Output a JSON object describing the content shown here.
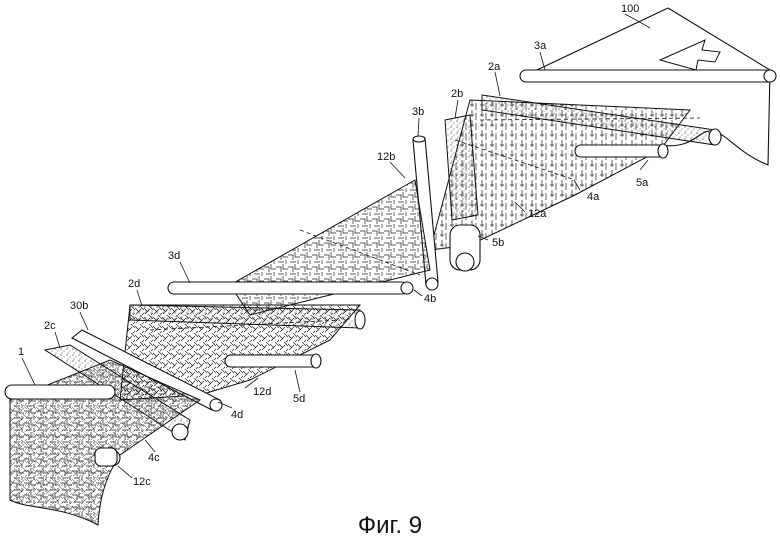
{
  "caption": "Фиг. 9",
  "labels": {
    "l100": "100",
    "l3a": "3a",
    "l2a": "2a",
    "l2b": "2b",
    "l3b": "3b",
    "l12b": "12b",
    "l4a": "4a",
    "l5a": "5a",
    "l12a": "12a",
    "l5b": "5b",
    "l3d": "3d",
    "l4b": "4b",
    "l2d": "2d",
    "l30b": "30b",
    "l2c": "2c",
    "l1": "1",
    "l12d": "12d",
    "l4d": "4d",
    "l5d": "5d",
    "l4c": "4c",
    "l12c": "12c"
  }
}
